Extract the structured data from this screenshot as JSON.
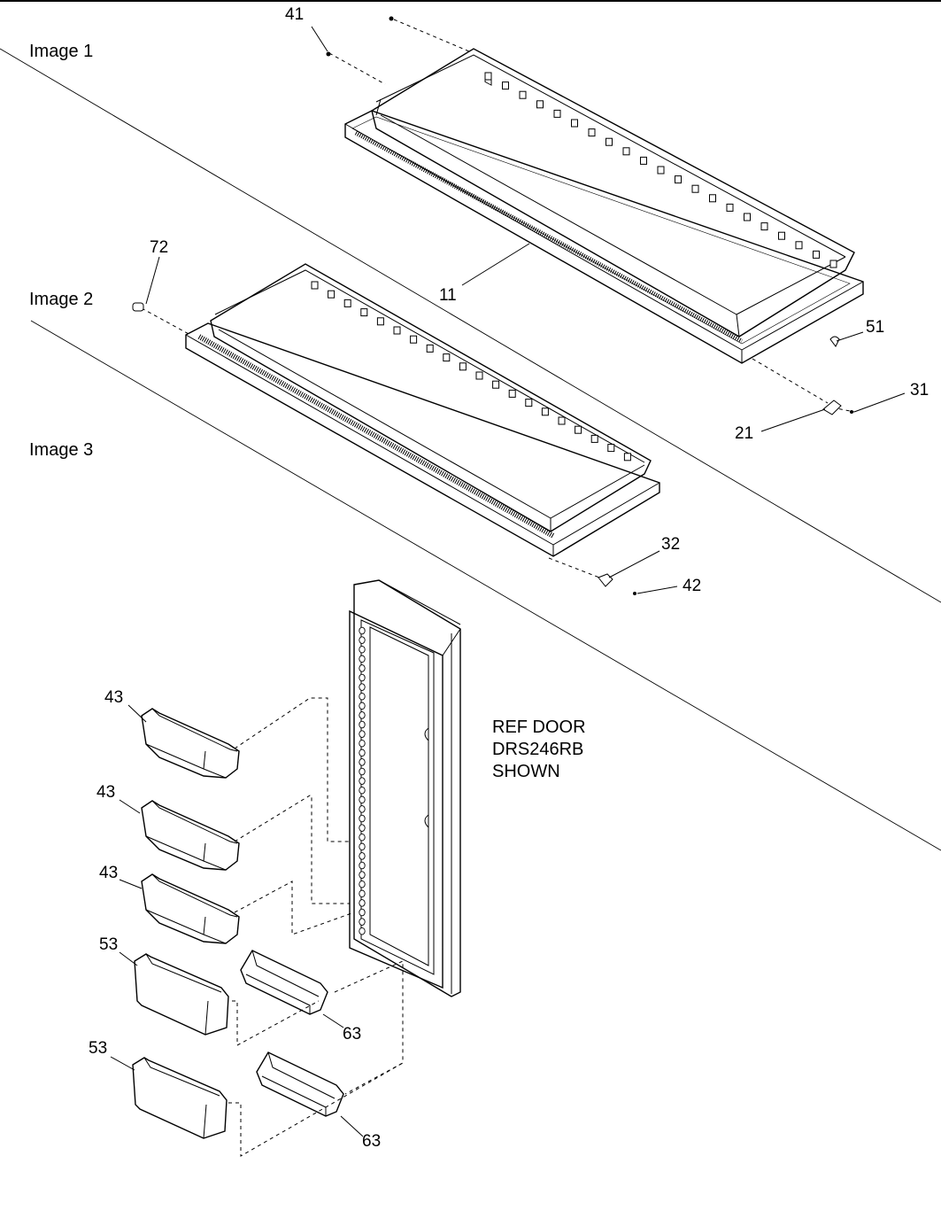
{
  "sections": [
    {
      "label": "Image 1"
    },
    {
      "label": "Image 2"
    },
    {
      "label": "Image 3"
    }
  ],
  "callouts": {
    "c41": "41",
    "c72": "72",
    "c11": "11",
    "c51": "51",
    "c31": "31",
    "c21": "21",
    "c32": "32",
    "c42": "42",
    "c43a": "43",
    "c43b": "43",
    "c43c": "43",
    "c53a": "53",
    "c53b": "53",
    "c63a": "63",
    "c63b": "63"
  },
  "note": {
    "line1": "REF DOOR",
    "line2": "DRS246RB",
    "line3": "SHOWN"
  }
}
